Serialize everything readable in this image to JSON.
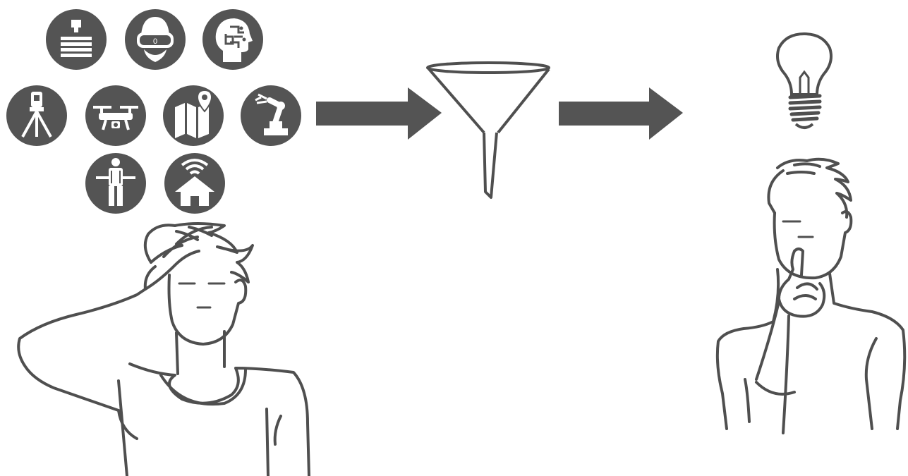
{
  "colors": {
    "icon_fill": "#545454",
    "icon_glyph": "#ffffff",
    "line": "#4f4f4f",
    "arrow": "#545454",
    "background": "#ffffff"
  },
  "icons": [
    {
      "name": "3d-printing-icon"
    },
    {
      "name": "vr-headset-icon"
    },
    {
      "name": "ai-head-icon"
    },
    {
      "name": "surveying-total-station-icon"
    },
    {
      "name": "drone-icon"
    },
    {
      "name": "map-location-icon"
    },
    {
      "name": "robot-arm-icon"
    },
    {
      "name": "worker-exoskeleton-icon"
    },
    {
      "name": "smart-home-icon"
    }
  ],
  "figures": {
    "left_person": "confused-person-illustration",
    "funnel": "funnel-illustration",
    "right_person": "thinking-person-illustration",
    "bulb": "lightbulb-idea-icon"
  },
  "labels": {
    "vr_lens_digit": "0"
  }
}
